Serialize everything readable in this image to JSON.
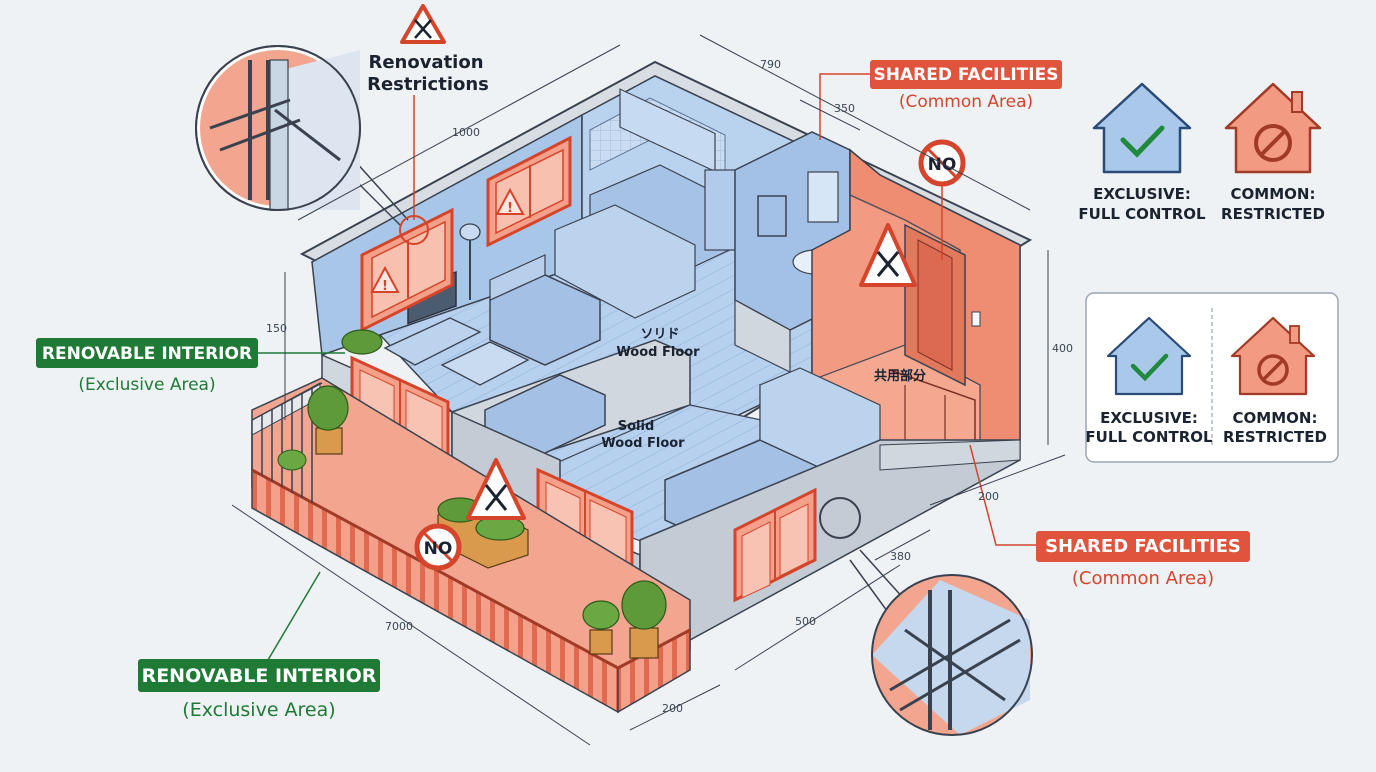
{
  "labels": {
    "renovation_restrictions_line1": "Renovation",
    "renovation_restrictions_line2": "Restrictions",
    "shared_top_title": "SHARED FACILITIES",
    "shared_top_sub": "(Common Area)",
    "shared_bottom_title": "SHARED FACILITIES",
    "shared_bottom_sub": "(Common Area)",
    "renovable_left_title": "RENOVABLE INTERIOR",
    "renovable_left_sub": "(Exclusive Area)",
    "renovable_bottom_title": "RENOVABLE INTERIOR",
    "renovable_bottom_sub": "(Exclusive Area)"
  },
  "rooms": {
    "floor_jp": "ソリド",
    "floor_top": "Wood Floor",
    "floor_bottom_line1": "Solid",
    "floor_bottom_line2": "Wood Floor",
    "common_jp": "共用部分"
  },
  "signs": {
    "no_top": "NO",
    "no_bottom": "NO"
  },
  "legend_top": {
    "exclusive_line1": "EXCLUSIVE:",
    "exclusive_line2": "FULL CONTROL",
    "common_line1": "COMMON:",
    "common_line2": "RESTRICTED"
  },
  "legend_box": {
    "exclusive_line1": "EXCLUSIVE:",
    "exclusive_line2": "FULL CONTROL",
    "common_line1": "COMMON:",
    "common_line2": "RESTRICTED"
  },
  "dimensions": {
    "d790": "790",
    "d350": "350",
    "d1000": "1000",
    "d150": "150",
    "d400": "400",
    "d200_right": "200",
    "d380": "380",
    "d500": "500",
    "d7000": "7000",
    "d200_bottom": "200"
  },
  "colors": {
    "exclusive_blue": "#a9c8ea",
    "common_red": "#f08a72",
    "green_tag": "#1f7a36",
    "red_tag": "#e0533d"
  }
}
